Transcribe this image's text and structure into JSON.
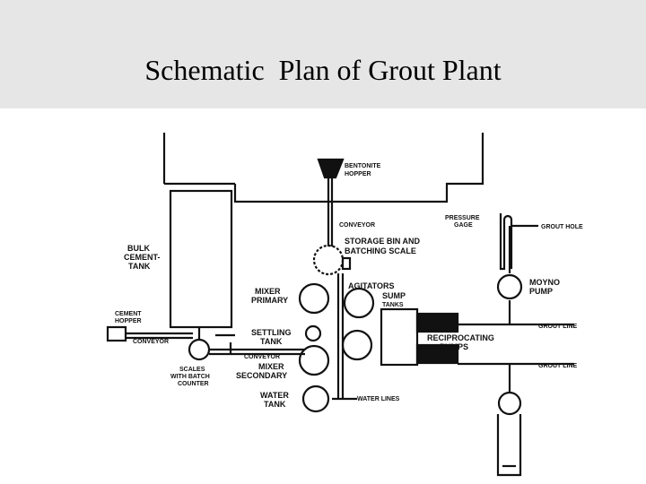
{
  "slide": {
    "title": "Schematic  Plan of Grout Plant"
  },
  "diagram": {
    "labels": {
      "bentonite_hopper_1": "BENTONITE",
      "bentonite_hopper_2": "HOPPER",
      "conveyor_top": "CONVEYOR",
      "storage_bin_1": "STORAGE BIN AND",
      "storage_bin_2": "BATCHING SCALE",
      "bulk_cement_1": "BULK",
      "bulk_cement_2": "CEMENT-",
      "bulk_cement_3": "TANK",
      "mixer_primary_1": "MIXER",
      "mixer_primary_2": "PRIMARY",
      "agitators": "AGITATORS",
      "sump_1": "SUMP",
      "sump_2": "TANKS",
      "cement_hopper_1": "CEMENT",
      "cement_hopper_2": "HOPPER",
      "conveyor_left": "CONVEYOR",
      "settling_1": "SETTLING",
      "settling_2": "TANK",
      "conveyor_mid": "CONVEYOR",
      "mixer_secondary_1": "MIXER",
      "mixer_secondary_2": "SECONDARY",
      "scales_1": "SCALES",
      "scales_2": "WITH BATCH",
      "scales_3": "COUNTER",
      "water_tank_1": "WATER",
      "water_tank_2": "TANK",
      "water_lines": "WATER LINES",
      "pressure_gage_1": "PRESSURE",
      "pressure_gage_2": "GAGE",
      "grout_hole": "GROUT HOLE",
      "moyno_1": "MOYNO",
      "moyno_2": "PUMP",
      "grout_line_1": "GROUT LINE",
      "reciprocating_1": "RECIPROCATING",
      "reciprocating_2": "PUMPS",
      "grout_line_2": "GROUT LINE"
    }
  }
}
